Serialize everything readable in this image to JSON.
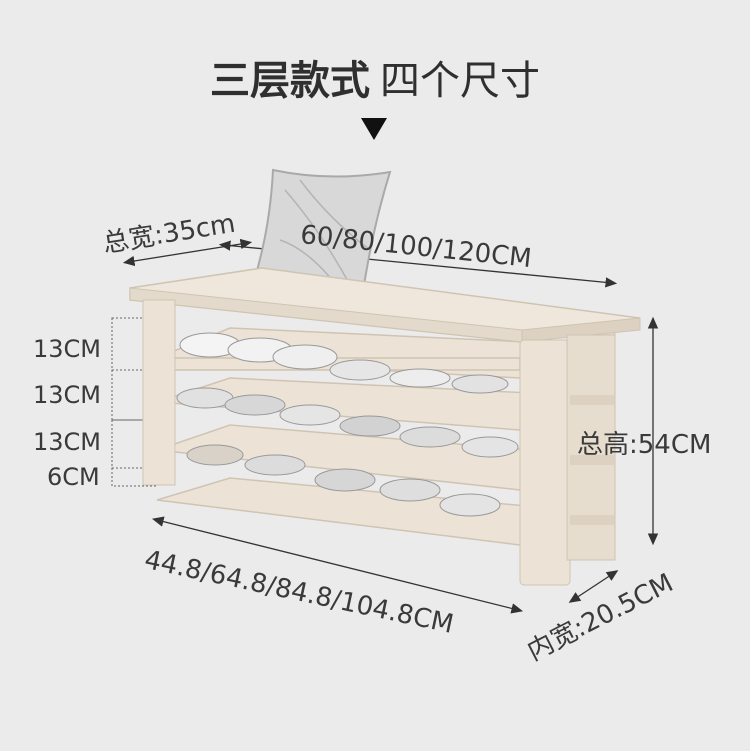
{
  "title": {
    "bold": "三层款式",
    "light": "四个尺寸"
  },
  "dimensions": {
    "depth_label": "总宽:35cm",
    "length_label": "60/80/100/120CM",
    "tier_heights": [
      "13CM",
      "13CM",
      "13CM",
      "6CM"
    ],
    "total_height": "总高:54CM",
    "inner_length": "44.8/64.8/84.8/104.8CM",
    "inner_depth": "内宽:20.5CM"
  },
  "colors": {
    "background": "#ebebeb",
    "wood": "#ece3d6",
    "wood_edge": "#cfc4b3"
  }
}
